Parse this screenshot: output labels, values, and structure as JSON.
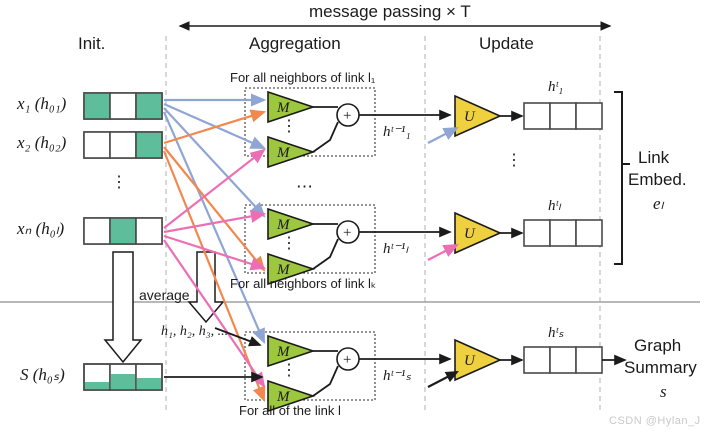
{
  "figure": {
    "title_arrow_label": "message passing × T",
    "watermark": "CSDN @Hylan_J"
  },
  "columns": [
    {
      "name": "init",
      "label": "Init."
    },
    {
      "name": "aggregation",
      "label": "Aggregation"
    },
    {
      "name": "update",
      "label": "Update"
    }
  ],
  "inputs": [
    {
      "name": "x1",
      "label": "x₁ (h₀₁)",
      "cells": [
        "teal",
        "white",
        "teal"
      ]
    },
    {
      "name": "x2",
      "label": "x₂ (h₀₂)",
      "cells": [
        "white",
        "white",
        "teal"
      ]
    },
    {
      "name": "xn",
      "label": "xₙ (h₀ₗ)",
      "cells": [
        "white",
        "teal",
        "white"
      ]
    }
  ],
  "input_vertical_dots": "⋮",
  "summary_input": {
    "name": "S",
    "label": "S (h₀ₛ)",
    "bars": [
      30,
      62,
      48
    ]
  },
  "average_label": "average",
  "hidden_states_label": "h₁, h₂, h₃, ...",
  "aggregation_blocks": [
    {
      "name": "agg-link-1",
      "caption": "For all neighbors of link l₁",
      "node_label": "M",
      "sum_label": "+",
      "inner_dots": "⋮"
    },
    {
      "name": "agg-link-k",
      "caption": "For all neighbors of link lₖ",
      "node_label": "M",
      "sum_label": "+",
      "inner_dots": "⋮"
    },
    {
      "name": "agg-link-all",
      "caption": "For all of the link l",
      "node_label": "M",
      "sum_label": "+",
      "inner_dots": "⋮"
    }
  ],
  "aggregation_between_dots": "⋯",
  "update_rows": [
    {
      "name": "update-link-1",
      "prev_label": "hᵗ⁻¹₁",
      "node_label": "U",
      "out_label": "hᵗ₁"
    },
    {
      "name": "update-link-l",
      "prev_label": "hᵗ⁻¹ₗ",
      "node_label": "U",
      "out_label": "hᵗₗ"
    },
    {
      "name": "update-summary",
      "prev_label": "hᵗ⁻¹ₛ",
      "node_label": "U",
      "out_label": "hᵗₛ"
    }
  ],
  "update_vertical_dots": "⋮",
  "outputs": [
    {
      "name": "link-embedding",
      "lines": [
        "Link",
        "Embed.",
        "eₗ"
      ]
    },
    {
      "name": "graph-summary",
      "lines": [
        "Graph",
        "Summary",
        "s"
      ]
    }
  ],
  "colors": {
    "teal": "#5ebe9b",
    "message_node": "#9cc73f",
    "update_node": "#efd13f",
    "arrow_blue": "#8fa5d4",
    "arrow_orange": "#f2884e",
    "arrow_pink": "#ec6fb5",
    "stroke": "#1b1b1b",
    "guide": "#bdbdbd",
    "watermark": "#c9c9c9"
  }
}
